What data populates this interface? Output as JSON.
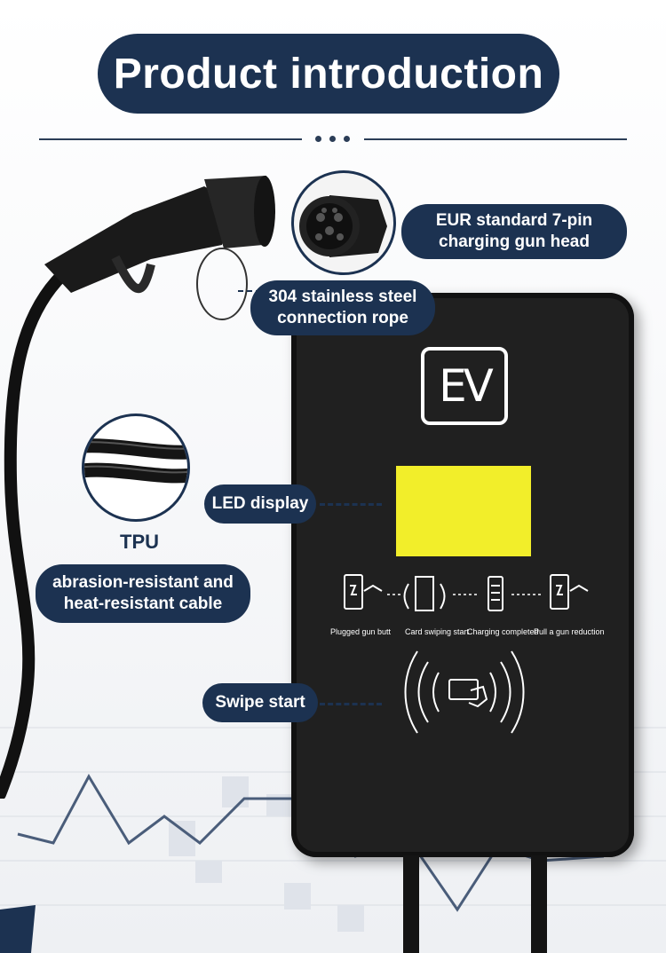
{
  "header": {
    "title": "Product introduction"
  },
  "callouts": {
    "gun_head": [
      "EUR standard 7-pin",
      "charging gun head"
    ],
    "rope": [
      "304 stainless steel",
      "connection rope"
    ],
    "led": "LED display",
    "tpu_label": "TPU",
    "cable": [
      "abrasion-resistant and",
      "heat-resistant cable"
    ],
    "swipe": "Swipe start"
  },
  "charger": {
    "logo": "EV",
    "steps": [
      "Plugged gun butt",
      "Card swiping start",
      "Charging completed",
      "Pull a gun reduction"
    ]
  },
  "colors": {
    "navy": "#1c3251",
    "display_yellow": "#f2ee2a",
    "charger_body": "#202020"
  }
}
